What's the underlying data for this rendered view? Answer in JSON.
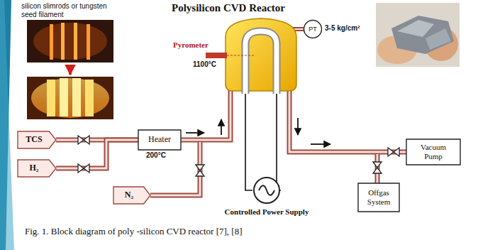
{
  "diagram": {
    "title": "Polysilicon CVD Reactor",
    "caption": "Fig. 1. Block diagram of poly -silicon CVD reactor [7], [8]",
    "nodes": [
      {
        "text": [
          "TCS"
        ]
      },
      {
        "text": [
          "H₂"
        ]
      },
      {
        "text": [
          "Heater"
        ]
      },
      {
        "text": [
          "N₂"
        ]
      },
      {
        "text": [
          "PT"
        ]
      },
      {
        "text": [
          "Controlled Power Supply"
        ]
      },
      {
        "text": [
          "Vacuum Pump"
        ]
      },
      {
        "text": [
          "Offgas System"
        ]
      }
    ],
    "edges": [
      {
        "from": 0,
        "to": 2,
        "arrow": "none"
      },
      {
        "from": 1,
        "to": 2,
        "arrow": "none"
      }
    ],
    "labels": [
      "silicon slimrods or tungsten seed filament",
      "Pyrometer",
      "1100°C",
      "3-5 kg/cm²",
      "200°C"
    ]
  }
}
